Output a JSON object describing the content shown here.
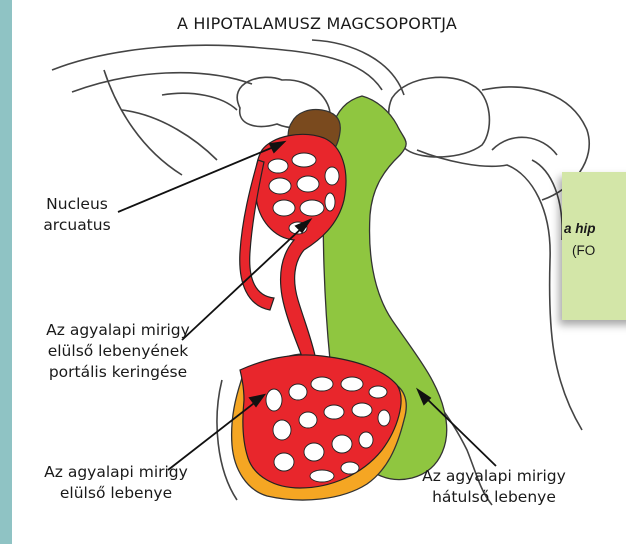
{
  "title": "A HIPOTALAMUSZ MAGCSOPORTJA",
  "labels": {
    "nucleus_line1": "Nucleus",
    "nucleus_line2": "arcuatus",
    "portal_line1": "Az agyalapi mirigy",
    "portal_line2": "elülső lebenyének",
    "portal_line3": "portális keringése",
    "anterior_line1": "Az agyalapi mirigy",
    "anterior_line2": "elülső lebenye",
    "posterior_line1": "Az agyalapi mirigy",
    "posterior_line2": "hátulső lebenye"
  },
  "note": {
    "line1": "",
    "line2": "a hip",
    "line3": "(FO"
  },
  "colors": {
    "background_frame": "#8fc3c4",
    "nucleus": "#7a4a1e",
    "portal_vessels": "#e8262c",
    "anterior_lobe": "#f5a623",
    "posterior_lobe": "#8fc640",
    "note_bg": "#d3e6a8"
  }
}
